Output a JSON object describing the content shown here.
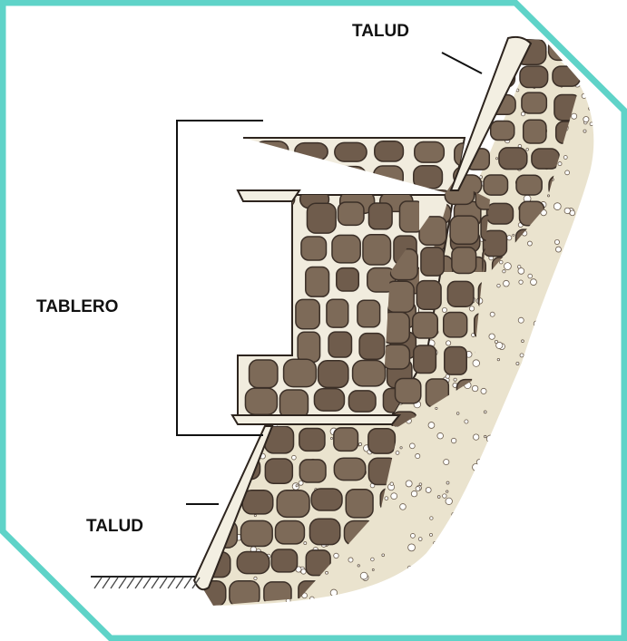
{
  "labels": {
    "talud_top": "TALUD",
    "tablero": "TABLERO",
    "talud_bottom": "TALUD"
  },
  "colors": {
    "frame": "#5fd3c8",
    "stone": "#6f5c4c",
    "stone_dark": "#3b2f27",
    "mortar": "#efe9d8",
    "gravel": "#d9ceb0"
  }
}
